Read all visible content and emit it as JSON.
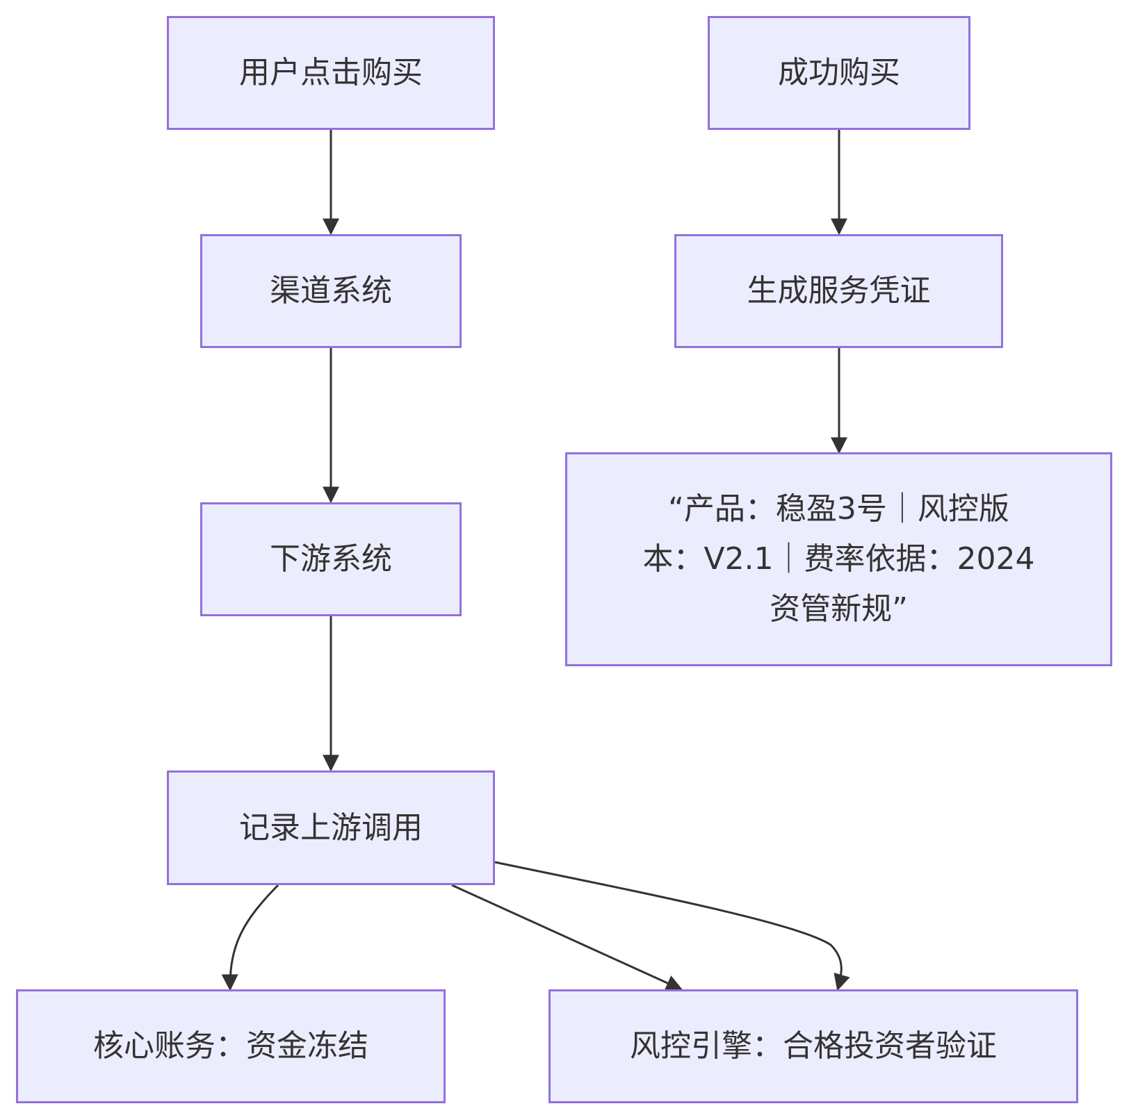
{
  "diagram": {
    "type": "flowchart",
    "colors": {
      "node_fill": "#ECECFF",
      "node_border": "#9370DB",
      "edge": "#333333",
      "text": "#333333"
    },
    "nodes": [
      {
        "id": "user_click",
        "label": "用户点击购买"
      },
      {
        "id": "channel",
        "label": "渠道系统"
      },
      {
        "id": "downstream",
        "label": "下游系统"
      },
      {
        "id": "record",
        "label": "记录上游调用"
      },
      {
        "id": "core",
        "label": "核心账务：资金冻结"
      },
      {
        "id": "risk",
        "label": "风控引擎：合格投资者验证"
      },
      {
        "id": "success",
        "label": "成功购买"
      },
      {
        "id": "voucher",
        "label": "生成服务凭证"
      },
      {
        "id": "note",
        "label_lines": [
          "“产品：稳盈3号｜风控版",
          "本：V2.1｜费率依据：2024",
          "资管新规”"
        ]
      }
    ],
    "edges": [
      {
        "from": "user_click",
        "to": "channel"
      },
      {
        "from": "channel",
        "to": "downstream"
      },
      {
        "from": "downstream",
        "to": "record"
      },
      {
        "from": "record",
        "to": "core"
      },
      {
        "from": "record",
        "to": "risk"
      },
      {
        "from": "record",
        "to": "risk"
      },
      {
        "from": "success",
        "to": "voucher"
      },
      {
        "from": "voucher",
        "to": "note"
      }
    ]
  }
}
